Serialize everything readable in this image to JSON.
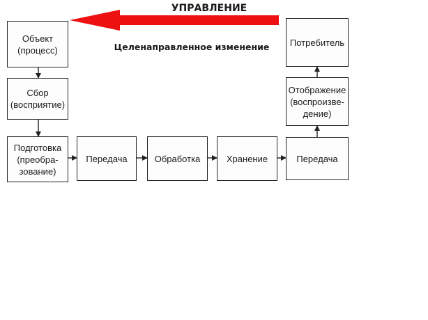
{
  "header": {
    "control_label": "УПРАВЛЕНИЕ",
    "goal_label": "Целенаправленное изменение"
  },
  "colors": {
    "control_arrow": "#ee1111",
    "box_border": "#222222"
  },
  "boxes": {
    "object": "Объект\n(процесс)",
    "collection": "Сбор\n(восприятие)",
    "preparation": "Подготовка\n(преобра-\nзование)",
    "transmission_1": "Передача",
    "processing": "Обработка",
    "storage": "Хранение",
    "transmission_2": "Передача",
    "display": "Отображение\n(воспроизве-\nдение)",
    "consumer": "Потребитель"
  }
}
